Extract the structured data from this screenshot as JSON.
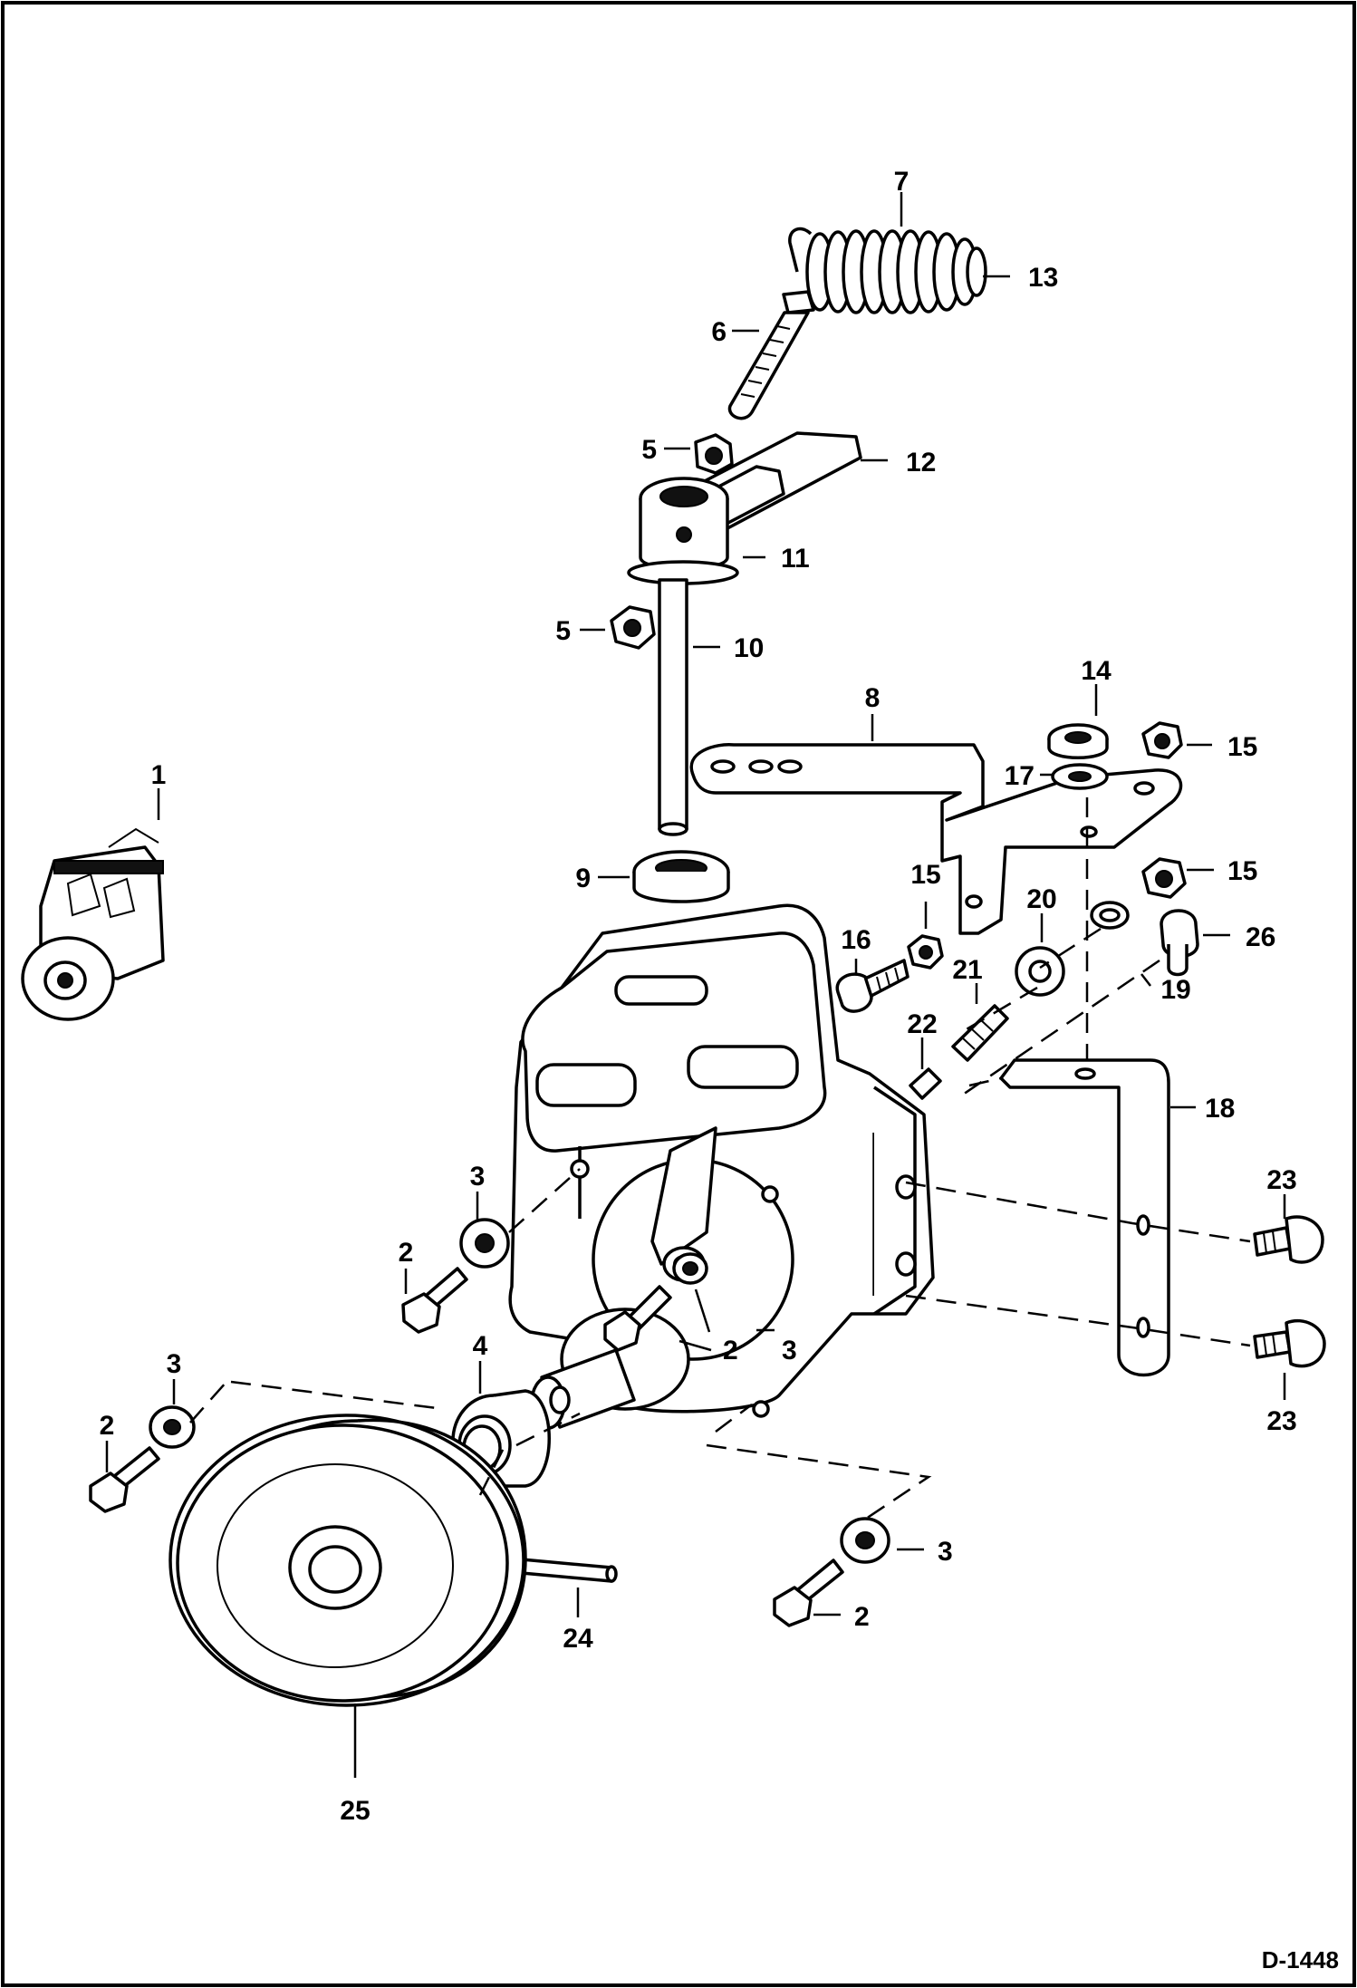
{
  "drawing_number": "D-1448",
  "callouts": [
    {
      "id": "c7",
      "text": "7"
    },
    {
      "id": "c13",
      "text": "13"
    },
    {
      "id": "c6",
      "text": "6"
    },
    {
      "id": "c5a",
      "text": "5"
    },
    {
      "id": "c12",
      "text": "12"
    },
    {
      "id": "c11",
      "text": "11"
    },
    {
      "id": "c5b",
      "text": "5"
    },
    {
      "id": "c10",
      "text": "10"
    },
    {
      "id": "c14",
      "text": "14"
    },
    {
      "id": "c8",
      "text": "8"
    },
    {
      "id": "c15a",
      "text": "15"
    },
    {
      "id": "c17",
      "text": "17"
    },
    {
      "id": "c1",
      "text": "1"
    },
    {
      "id": "c9",
      "text": "9"
    },
    {
      "id": "c15b",
      "text": "15"
    },
    {
      "id": "c15c",
      "text": "15"
    },
    {
      "id": "c20",
      "text": "20"
    },
    {
      "id": "c16",
      "text": "16"
    },
    {
      "id": "c21",
      "text": "21"
    },
    {
      "id": "c26",
      "text": "26"
    },
    {
      "id": "c19",
      "text": "19"
    },
    {
      "id": "c22",
      "text": "22"
    },
    {
      "id": "c18",
      "text": "18"
    },
    {
      "id": "c3a",
      "text": "3"
    },
    {
      "id": "c23a",
      "text": "23"
    },
    {
      "id": "c2a",
      "text": "2"
    },
    {
      "id": "c2b",
      "text": "2"
    },
    {
      "id": "c3b",
      "text": "3"
    },
    {
      "id": "c4",
      "text": "4"
    },
    {
      "id": "c3c",
      "text": "3"
    },
    {
      "id": "c23b",
      "text": "23"
    },
    {
      "id": "c2c",
      "text": "2"
    },
    {
      "id": "c3d",
      "text": "3"
    },
    {
      "id": "c24",
      "text": "24"
    },
    {
      "id": "c2d",
      "text": "2"
    },
    {
      "id": "c25",
      "text": "25"
    }
  ]
}
